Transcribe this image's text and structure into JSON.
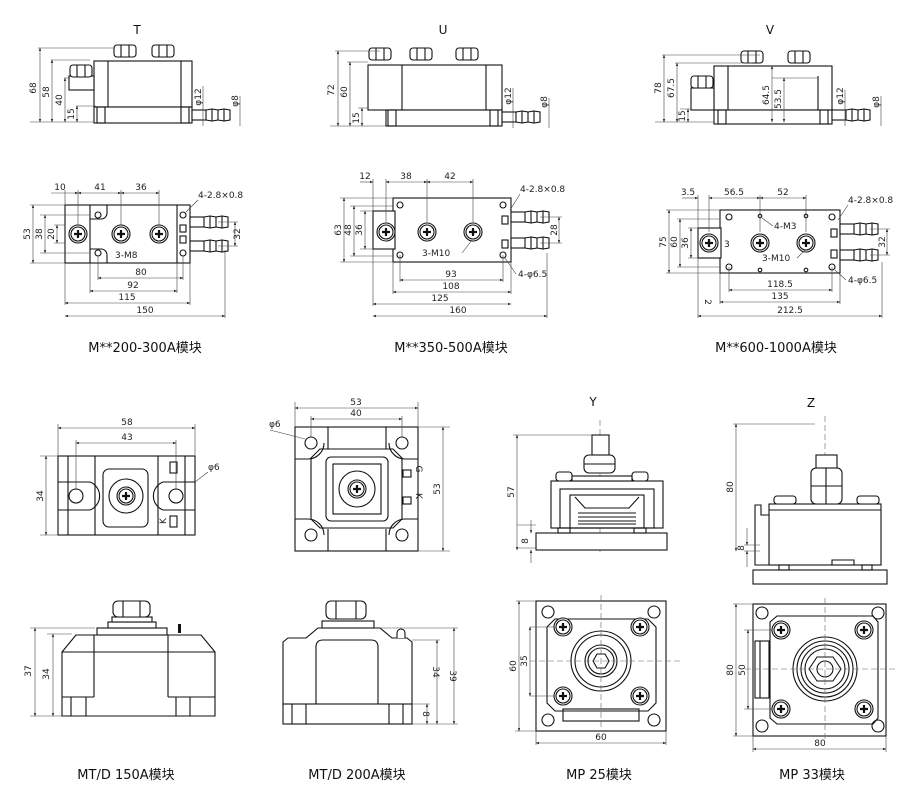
{
  "sheet": {
    "views": {
      "T": {
        "label": "T",
        "dims": {
          "h68": "68",
          "h58": "58",
          "h40": "40",
          "h15": "15",
          "d12": "φ12",
          "d8": "φ8"
        }
      },
      "U": {
        "label": "U",
        "dims": {
          "h72": "72",
          "h60": "60",
          "h15": "15",
          "d12": "φ12",
          "d8": "φ8"
        }
      },
      "V": {
        "label": "V",
        "dims": {
          "h78": "78",
          "h67_5": "67.5",
          "h64_5": "64.5",
          "h53_5": "53.5",
          "h15": "15",
          "d12": "φ12",
          "d8": "φ8"
        }
      },
      "Y": {
        "label": "Y",
        "dims": {
          "h57": "57",
          "h8": "8"
        }
      },
      "Z": {
        "label": "Z",
        "dims": {
          "h80": "80",
          "h8": "8"
        }
      }
    },
    "modules": [
      {
        "caption": "M**200-300A模块",
        "dims": {
          "w10": "10",
          "w41": "41",
          "w36": "36",
          "h53": "53",
          "h38": "38",
          "h20": "20",
          "w80": "80",
          "w92": "92",
          "w115": "115",
          "w150": "150",
          "h32": "32"
        },
        "notes": {
          "terminal": "4-2.8×0.8",
          "screws": "3-M8"
        }
      },
      {
        "caption": "M**350-500A模块",
        "dims": {
          "w12": "12",
          "w38": "38",
          "w42": "42",
          "h63": "63",
          "h48": "48",
          "h36": "36",
          "h28": "28",
          "w93": "93",
          "w108": "108",
          "w125": "125",
          "w160": "160"
        },
        "notes": {
          "terminal": "4-2.8×0.8",
          "screws": "3-M10",
          "holes": "4-φ6.5"
        }
      },
      {
        "caption": "M**600-1000A模块",
        "dims": {
          "w3_5": "3.5",
          "w56_5": "56.5",
          "w52": "52",
          "h75": "75",
          "h60": "60",
          "h36": "36",
          "h32": "32",
          "w118_5": "118.5",
          "w135": "135",
          "w212_5": "212.5",
          "side2": "2",
          "side3": "3"
        },
        "notes": {
          "terminal": "4-2.8×0.8",
          "screws_small": "4-M3",
          "screws": "3-M10",
          "holes": "4-φ6.5"
        }
      },
      {
        "caption": "MT/D 150A模块",
        "dims": {
          "w58": "58",
          "w43": "43",
          "h34": "34",
          "d6": "φ6",
          "h37": "37",
          "h34b": "34"
        },
        "notes": {
          "k": "K"
        }
      },
      {
        "caption": "MT/D 200A模块",
        "dims": {
          "w53": "53",
          "w40": "40",
          "d6": "φ6",
          "h53": "53",
          "h34": "34",
          "h39": "39",
          "h8": "8"
        },
        "notes": {
          "g": "G",
          "k": "K"
        }
      },
      {
        "caption": "MP 25模块",
        "dims": {
          "h60": "60",
          "h35": "35",
          "w60": "60"
        }
      },
      {
        "caption": "MP 33模块",
        "dims": {
          "h80": "80",
          "h50": "50",
          "w80": "80"
        }
      }
    ]
  }
}
